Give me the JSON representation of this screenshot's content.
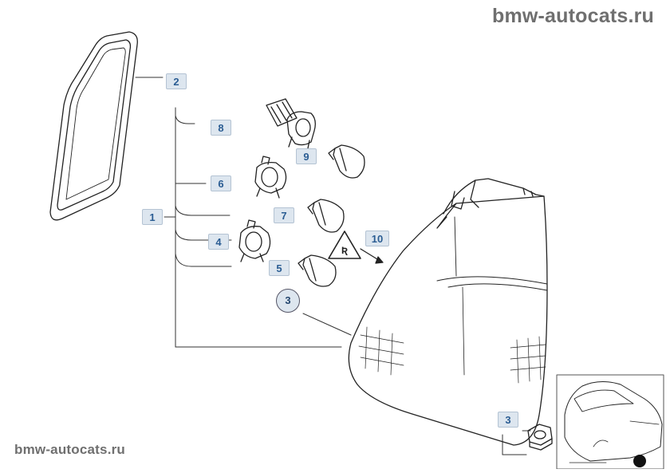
{
  "watermark": {
    "top": "bmw-autocats.ru",
    "bottom": "bmw-autocats.ru"
  },
  "diagram": {
    "callouts": {
      "c1": "1",
      "c2": "2",
      "c3": "3",
      "c3b": "3",
      "c4": "4",
      "c5": "5",
      "c6": "6",
      "c7": "7",
      "c8": "8",
      "c9": "9",
      "c10": "10"
    },
    "colors": {
      "callout_fill": "#dde6ef",
      "callout_text": "#2b5d93",
      "line": "#333333"
    }
  }
}
